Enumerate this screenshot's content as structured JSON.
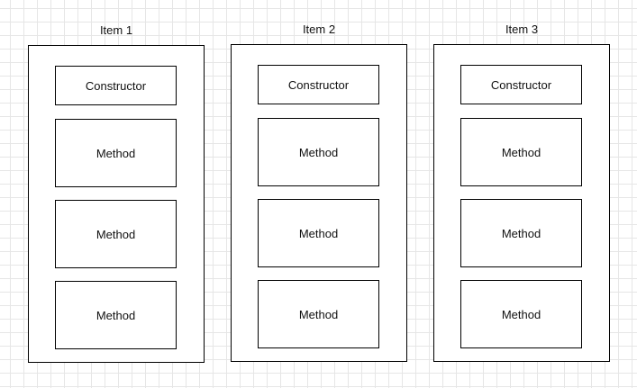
{
  "diagram": {
    "items": [
      {
        "title": "Item 1",
        "members": [
          "Constructor",
          "Method",
          "Method",
          "Method"
        ]
      },
      {
        "title": "Item 2",
        "members": [
          "Constructor",
          "Method",
          "Method",
          "Method"
        ]
      },
      {
        "title": "Item 3",
        "members": [
          "Constructor",
          "Method",
          "Method",
          "Method"
        ]
      }
    ]
  },
  "colors": {
    "background": "#ffffff",
    "grid": "#e6e6e6",
    "stroke": "#000000",
    "text": "#111111"
  }
}
